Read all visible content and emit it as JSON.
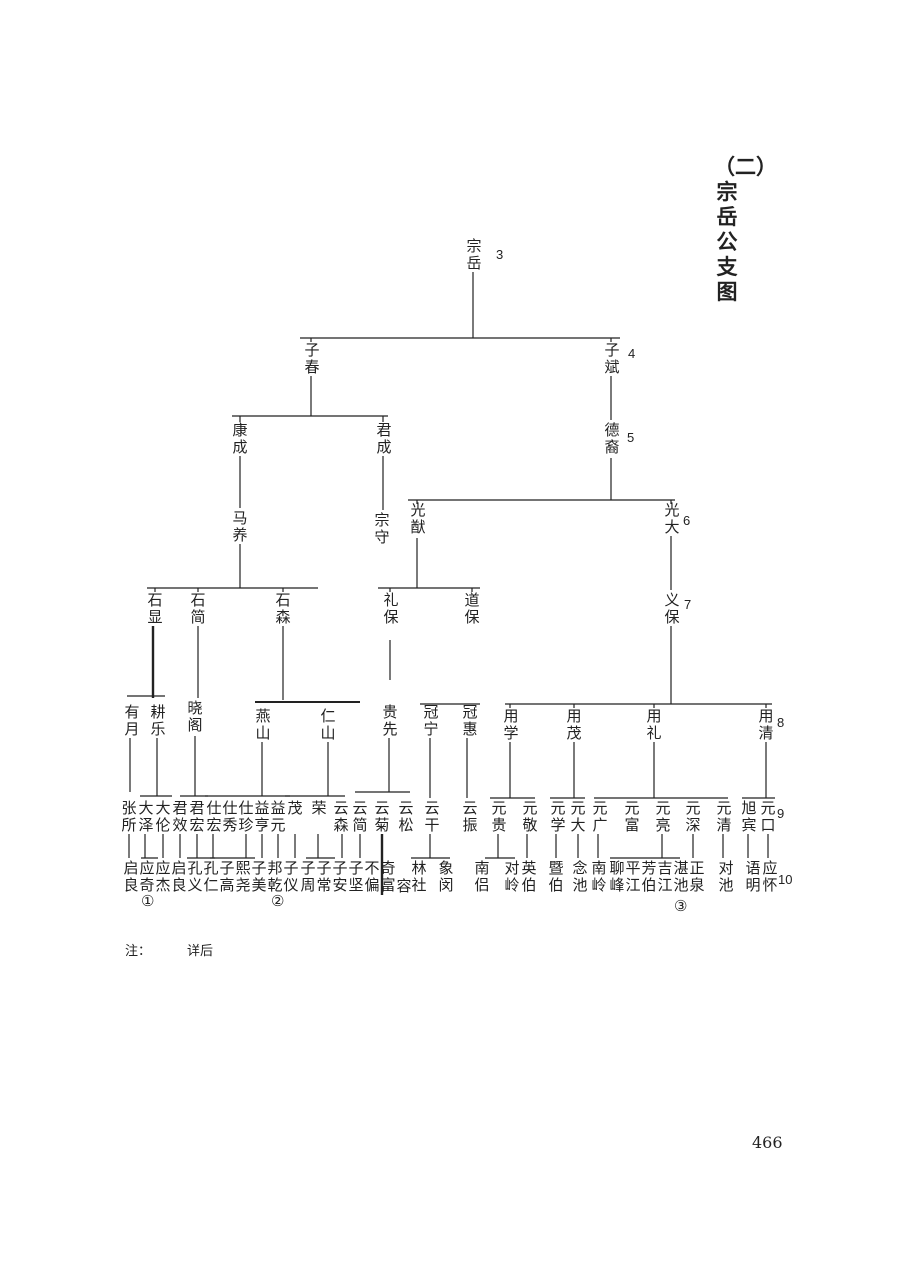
{
  "title": "（二）宗岳公支图",
  "note_label": "注：",
  "note_text": "详后",
  "page_number": "466",
  "generations": [
    "3",
    "4",
    "5",
    "6",
    "7",
    "8",
    "9",
    "10"
  ],
  "circled": [
    "①",
    "②",
    "③"
  ],
  "people": {
    "g3": [
      "宗岳"
    ],
    "g4": [
      "子春",
      "子斌"
    ],
    "g5": [
      "康成",
      "君成",
      "德裔"
    ],
    "g6": [
      "马养",
      "宗守",
      "光猷",
      "光大"
    ],
    "g7": [
      "石显",
      "石简",
      "石森",
      "礼保",
      "道保",
      "义保"
    ],
    "g8": [
      "有月",
      "耕乐",
      "晓阁",
      "燕山",
      "仁山",
      "贵先",
      "冠宁",
      "冠惠",
      "用学",
      "用茂",
      "用礼",
      "用清"
    ],
    "g9": [
      "张所",
      "大泽",
      "大伦",
      "君效",
      "君宏",
      "仕宏",
      "仕秀",
      "仕珍",
      "益亨",
      "益元",
      "茂",
      "荣",
      "云森",
      "云简",
      "云菊",
      "云松",
      "云干",
      "云振",
      "元贵",
      "元敬",
      "元学",
      "元大",
      "元广",
      "元富",
      "元亮",
      "元深",
      "元清",
      "旭宾",
      "元口"
    ],
    "g10": [
      "启良",
      "应奇",
      "应杰",
      "启良",
      "孔义",
      "孔仁",
      "子高",
      "熙尧",
      "子美",
      "邦乾",
      "子仪",
      "子周",
      "子常",
      "子安",
      "子坚",
      "不偏",
      "奇富",
      "容",
      "林社",
      "象闵",
      "南侣",
      "对岭",
      "英伯",
      "暨伯",
      "念池",
      "南岭",
      "聊峰",
      "平江",
      "芳伯",
      "吉江",
      "湛池",
      "正泉",
      "对池",
      "语明",
      "应怀"
    ]
  }
}
